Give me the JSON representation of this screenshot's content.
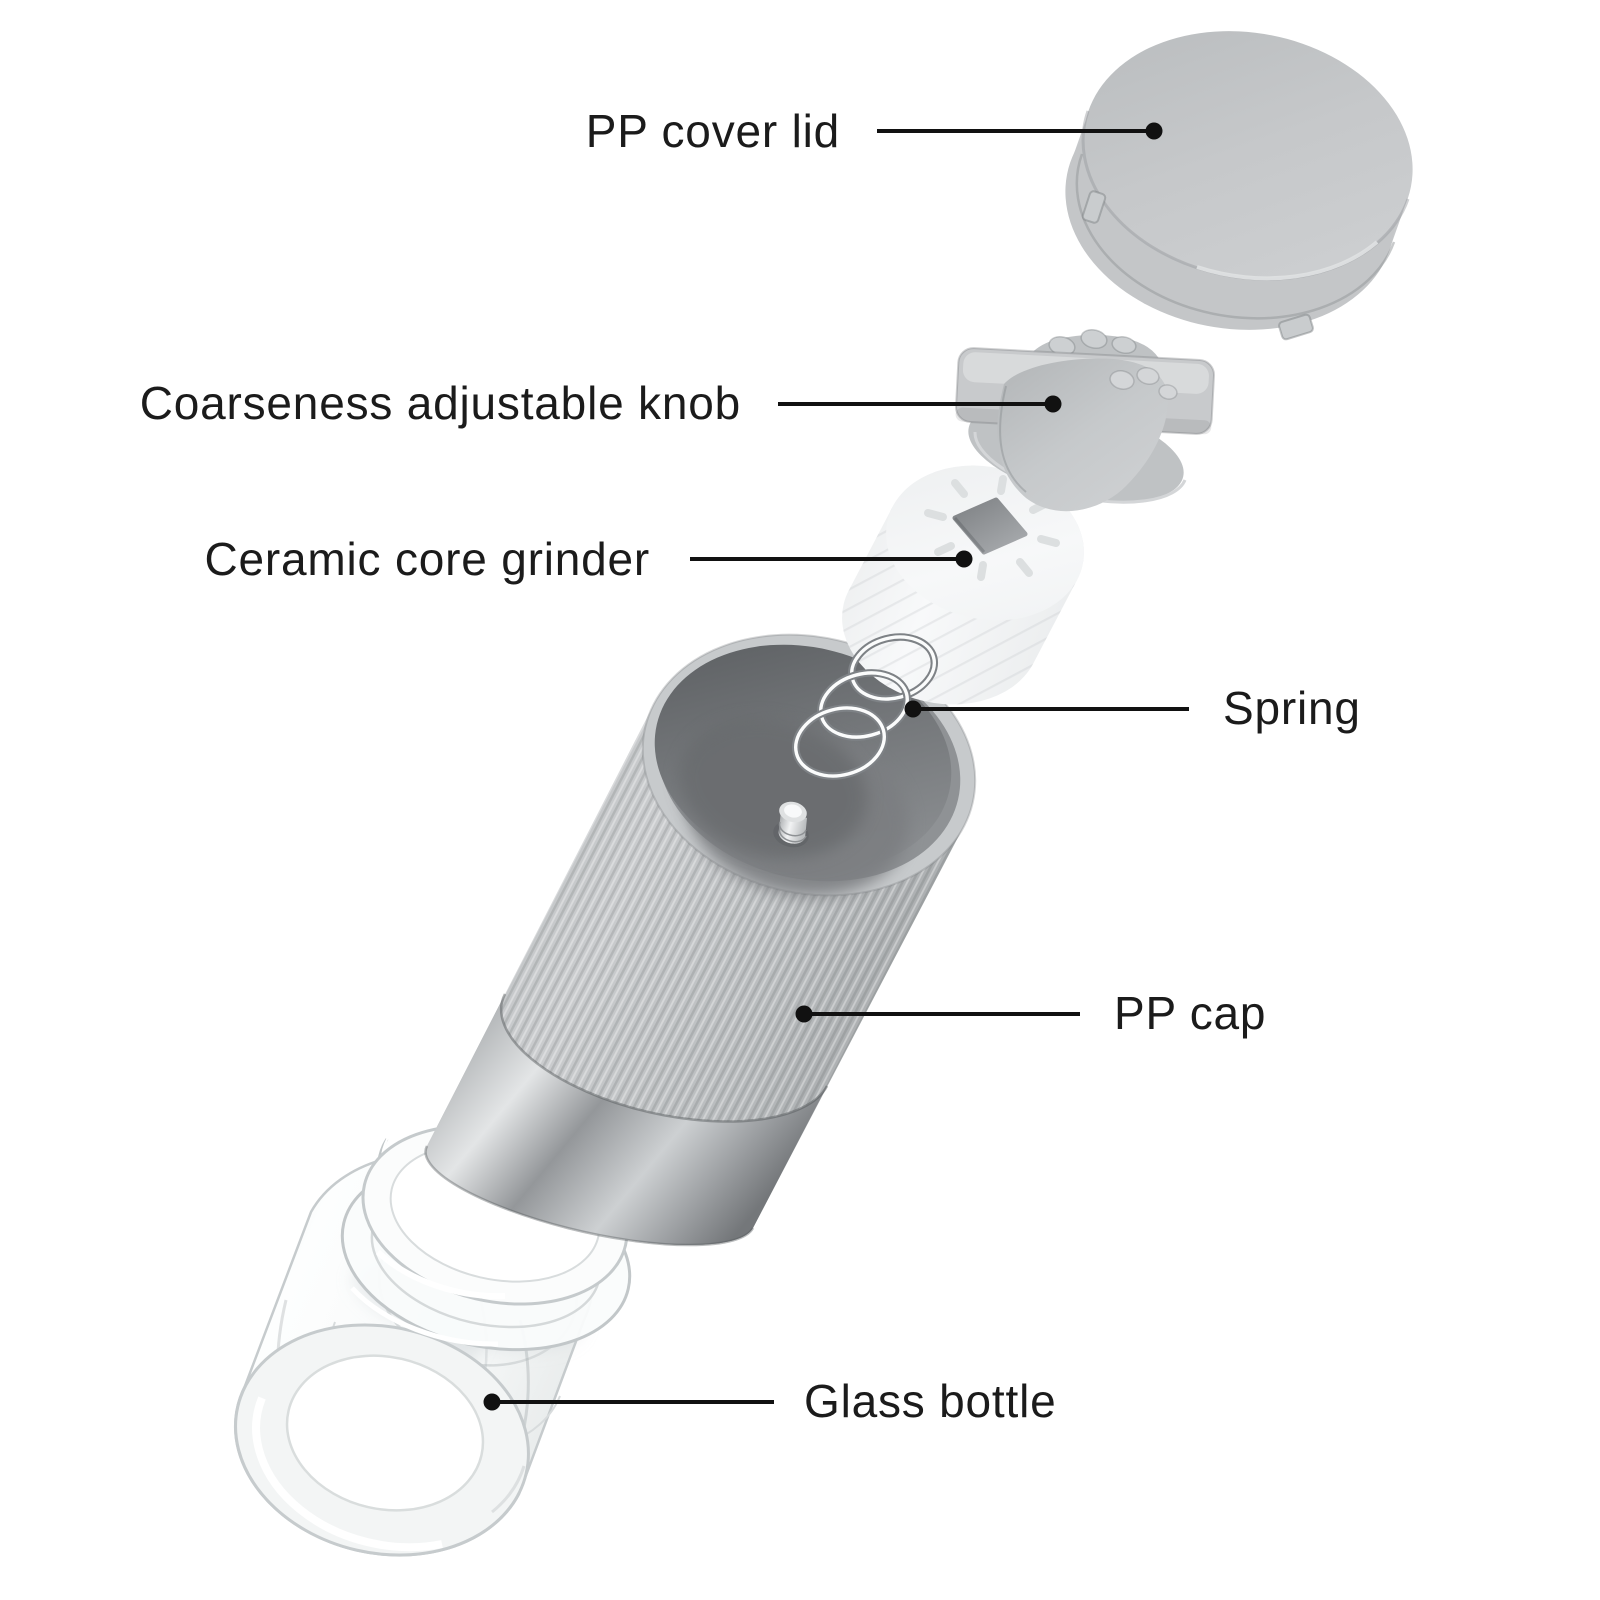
{
  "diagram": {
    "type": "exploded product view",
    "product": "manual grinder bottle"
  },
  "labels": [
    {
      "id": "pp-cover-lid",
      "text": "PP cover lid"
    },
    {
      "id": "coarseness-adjustable-knob",
      "text": "Coarseness adjustable knob"
    },
    {
      "id": "ceramic-core-grinder",
      "text": "Ceramic core grinder"
    },
    {
      "id": "spring",
      "text": "Spring"
    },
    {
      "id": "pp-cap",
      "text": "PP cap"
    },
    {
      "id": "glass-bottle",
      "text": "Glass bottle"
    }
  ],
  "colors": {
    "background": "#ffffff",
    "ink": "#1b1b1b",
    "leader_line": "#111111",
    "plastic_gray": "#c5c7c9",
    "plastic_gray_dark": "#a5a8aa",
    "cap_interior": "#6b6e71",
    "metal_band": "#aaadaf",
    "ceramic_white": "#f4f5f6",
    "glass_stroke": "#c3c8ca"
  }
}
